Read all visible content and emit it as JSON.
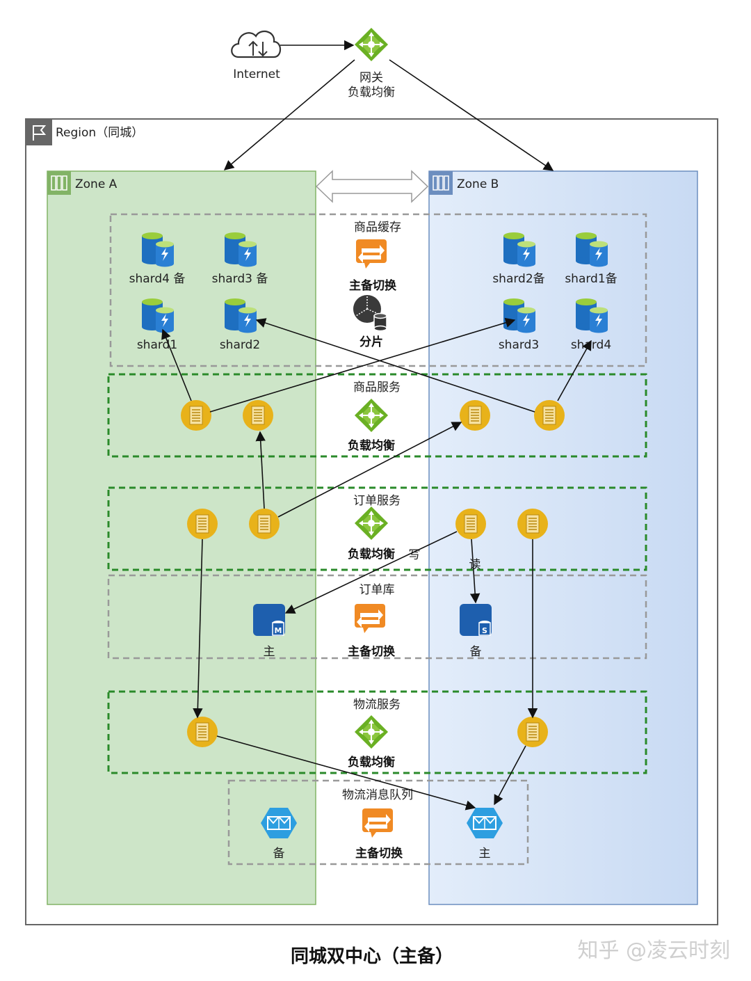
{
  "internet": {
    "label": "Internet"
  },
  "gateway": {
    "line1": "网关",
    "line2": "负载均衡"
  },
  "region": {
    "label": "Region（同城）"
  },
  "zone_a": {
    "label": "Zone A"
  },
  "zone_b": {
    "label": "Zone B"
  },
  "cache": {
    "title": "商品缓存",
    "switch_label": "主备切换",
    "shard_label": "分片",
    "zone_a_shards": [
      "shard4 备",
      "shard3 备",
      "shard1",
      "shard2"
    ],
    "zone_b_shards": [
      "shard2备",
      "shard1备",
      "shard3",
      "shard4"
    ]
  },
  "product_service": {
    "title": "商品服务",
    "lb_label": "负载均衡"
  },
  "order_service": {
    "title": "订单服务",
    "lb_label": "负载均衡",
    "write_label": "写",
    "read_label": "读"
  },
  "order_db": {
    "title": "订单库",
    "switch_label": "主备切换",
    "master_label": "主",
    "standby_label": "备",
    "master_badge": "M",
    "standby_badge": "S"
  },
  "logistics_service": {
    "title": "物流服务",
    "lb_label": "负载均衡"
  },
  "logistics_mq": {
    "title": "物流消息队列",
    "switch_label": "主备切换",
    "standby_label": "备",
    "master_label": "主"
  },
  "footer": {
    "title": "同城双中心（主备）",
    "watermark": "知乎 @凌云时刻"
  },
  "colors": {
    "zone_a_fill": "#cde5c8",
    "zone_a_stroke": "#82b366",
    "zone_b_fill": "#d4e3f7",
    "zone_b_stroke": "#6c8ebf",
    "server": "#e8b21a",
    "gateway": "#6ab023",
    "switch": "#f08a24",
    "db_blue": "#1e5fae",
    "mq_blue": "#2d9ee0",
    "dash_green": "#2a8a2a",
    "dash_gray": "#999999"
  }
}
